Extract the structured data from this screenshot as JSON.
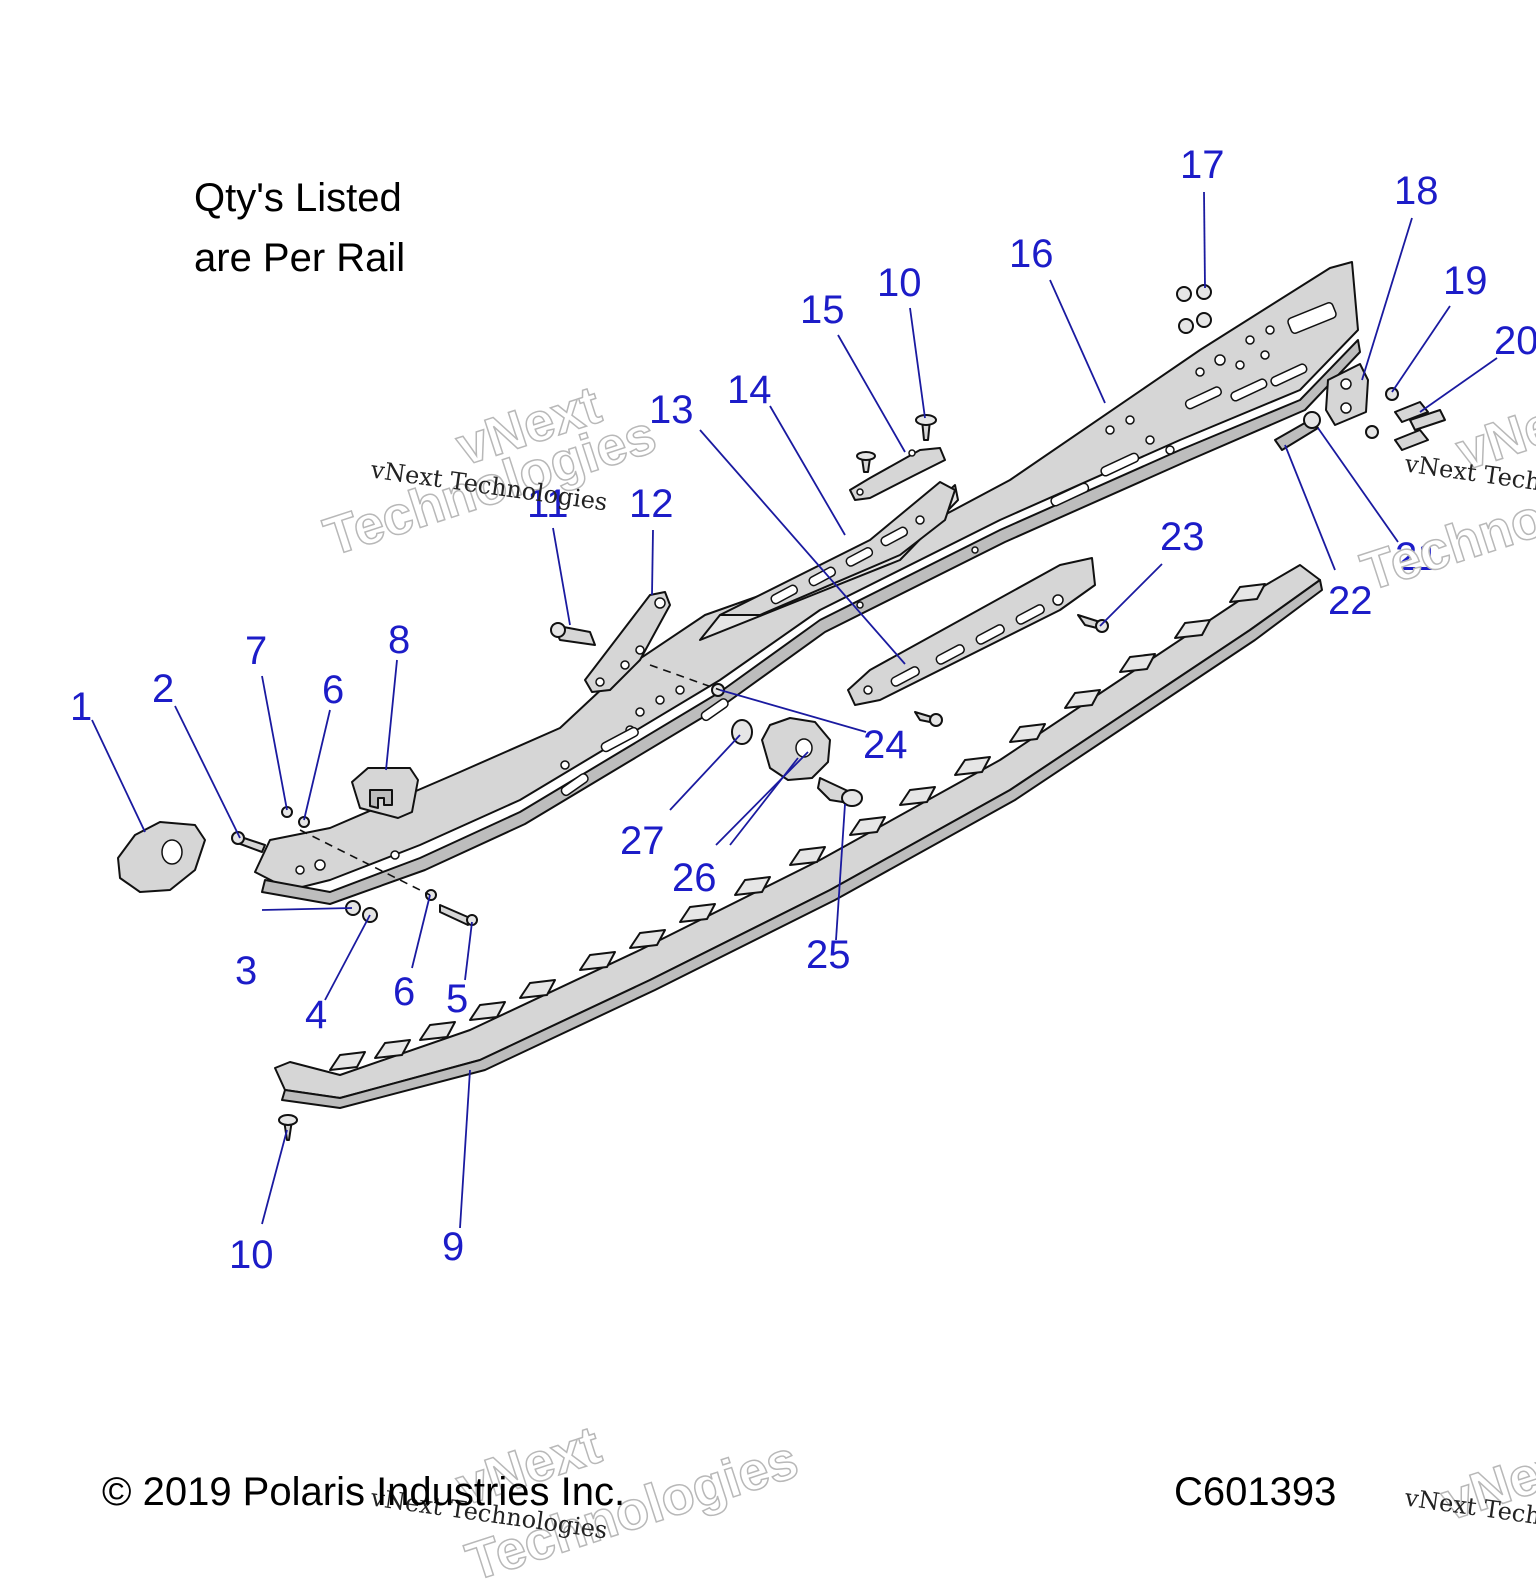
{
  "note": {
    "line1": "Qty's Listed",
    "line2": "are Per Rail"
  },
  "copyright": "© 2019 Polaris Industries Inc.",
  "figure_id": "C601393",
  "watermark": {
    "line1": "vNext Technologies",
    "line2": "vNext",
    "line3": "Technologies"
  },
  "callouts": [
    {
      "label": "1"
    },
    {
      "label": "2"
    },
    {
      "label": "3"
    },
    {
      "label": "4"
    },
    {
      "label": "5"
    },
    {
      "label": "6"
    },
    {
      "label": "6"
    },
    {
      "label": "7"
    },
    {
      "label": "8"
    },
    {
      "label": "9"
    },
    {
      "label": "10"
    },
    {
      "label": "10"
    },
    {
      "label": "11"
    },
    {
      "label": "12"
    },
    {
      "label": "13"
    },
    {
      "label": "14"
    },
    {
      "label": "15"
    },
    {
      "label": "16"
    },
    {
      "label": "17"
    },
    {
      "label": "18"
    },
    {
      "label": "19"
    },
    {
      "label": "20"
    },
    {
      "label": "21"
    },
    {
      "label": "22"
    },
    {
      "label": "23"
    },
    {
      "label": "24"
    },
    {
      "label": "25"
    },
    {
      "label": "26"
    },
    {
      "label": "27"
    }
  ],
  "colors": {
    "callout": "#1c1cc8",
    "leader": "#1a1aa0",
    "part_fill": "#d6d6d6",
    "outline": "#111111"
  }
}
